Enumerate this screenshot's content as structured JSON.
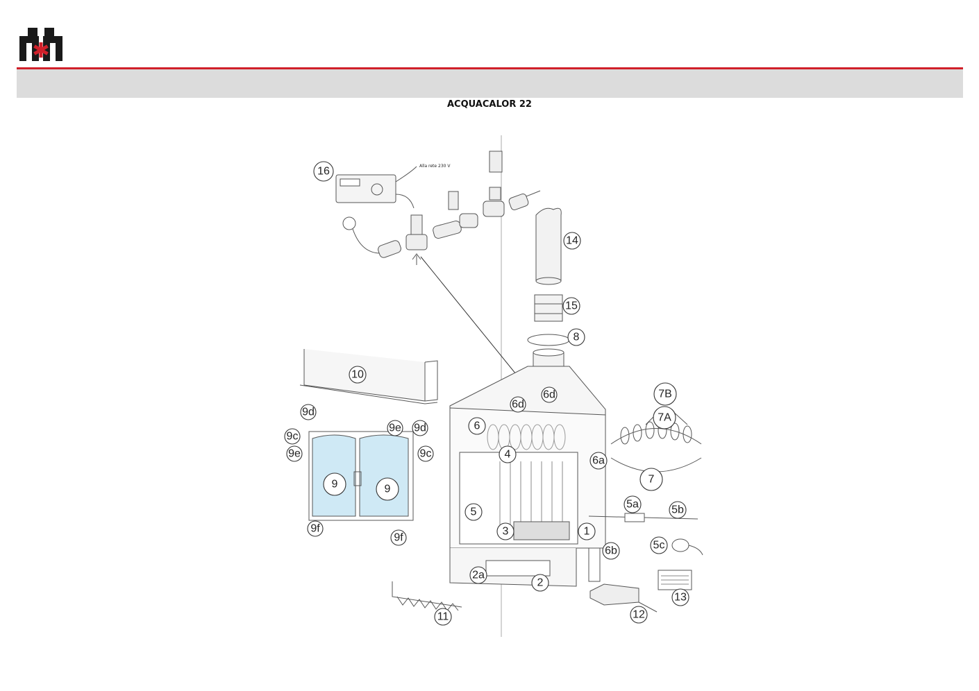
{
  "header": {
    "logo_icon": "company-logo-icon",
    "accent_color": "#d0202a",
    "band_color": "#dcdcdc"
  },
  "document": {
    "title": "ACQUACALOR 22"
  },
  "diagram": {
    "control_unit_label": "Alla rete 230 V",
    "parts": [
      {
        "id": "part-16",
        "label": "16"
      },
      {
        "id": "part-14",
        "label": "14"
      },
      {
        "id": "part-15",
        "label": "15"
      },
      {
        "id": "part-8",
        "label": "8"
      },
      {
        "id": "part-10",
        "label": "10"
      },
      {
        "id": "part-7b",
        "label": "7B"
      },
      {
        "id": "part-7a",
        "label": "7A"
      },
      {
        "id": "part-7",
        "label": "7"
      },
      {
        "id": "part-6d-a",
        "label": "6d"
      },
      {
        "id": "part-6d-b",
        "label": "6d"
      },
      {
        "id": "part-6",
        "label": "6"
      },
      {
        "id": "part-6a",
        "label": "6a"
      },
      {
        "id": "part-6b",
        "label": "6b"
      },
      {
        "id": "part-4",
        "label": "4"
      },
      {
        "id": "part-5",
        "label": "5"
      },
      {
        "id": "part-5a",
        "label": "5a"
      },
      {
        "id": "part-5b",
        "label": "5b"
      },
      {
        "id": "part-5c",
        "label": "5c"
      },
      {
        "id": "part-3",
        "label": "3"
      },
      {
        "id": "part-1",
        "label": "1"
      },
      {
        "id": "part-2a",
        "label": "2a"
      },
      {
        "id": "part-2",
        "label": "2"
      },
      {
        "id": "part-11",
        "label": "11"
      },
      {
        "id": "part-12",
        "label": "12"
      },
      {
        "id": "part-13",
        "label": "13"
      },
      {
        "id": "part-9d-a",
        "label": "9d"
      },
      {
        "id": "part-9c-a",
        "label": "9c"
      },
      {
        "id": "part-9e-a",
        "label": "9e"
      },
      {
        "id": "part-9e-b",
        "label": "9e"
      },
      {
        "id": "part-9d-b",
        "label": "9d"
      },
      {
        "id": "part-9c-b",
        "label": "9c"
      },
      {
        "id": "part-9-a",
        "label": "9"
      },
      {
        "id": "part-9-b",
        "label": "9"
      },
      {
        "id": "part-9f-a",
        "label": "9f"
      },
      {
        "id": "part-9f-b",
        "label": "9f"
      }
    ]
  }
}
